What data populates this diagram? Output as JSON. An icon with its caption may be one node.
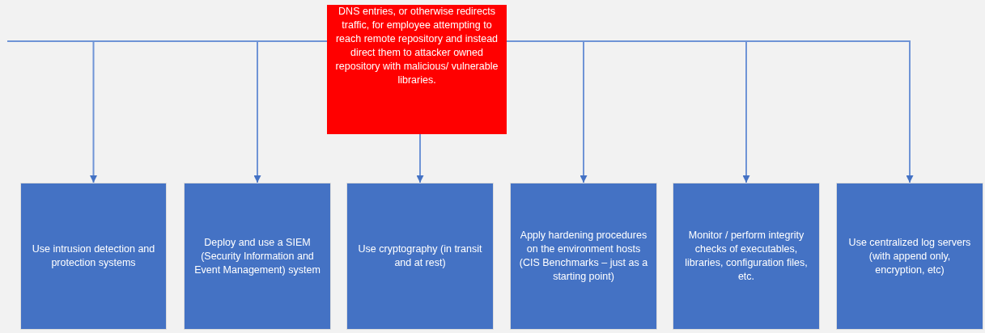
{
  "diagram": {
    "nodes": [
      {
        "text": [
          "DNS entries, or otherwise redirects traffic, for employee attempting to reach remote repository and instead direct them to attacker owned repository with malicious/ vulnerable libraries."
        ]
      },
      {
        "text": [
          "Use intrusion detection and protection systems"
        ]
      },
      {
        "text": [
          "Deploy and use a SIEM (Security Information and Event Management) system"
        ]
      },
      {
        "text": [
          "Use cryptography (in transit and at rest)"
        ]
      },
      {
        "text": [
          "Apply hardening procedures on the environment hosts (CIS Benchmarks – just as a starting point)"
        ]
      },
      {
        "text": [
          "Monitor / perform integrity checks of executables, libraries, configuration files, etc."
        ]
      },
      {
        "text": [
          "Use centralized log servers (with append only, encryption, etc)"
        ]
      }
    ],
    "edges": [
      {
        "from": 0,
        "to": null,
        "arrow": "none"
      },
      {
        "from": 0,
        "to": 1,
        "arrow": "to"
      },
      {
        "from": 0,
        "to": 2,
        "arrow": "to"
      },
      {
        "from": 0,
        "to": 3,
        "arrow": "to"
      },
      {
        "from": 0,
        "to": 4,
        "arrow": "to"
      },
      {
        "from": 0,
        "to": 5,
        "arrow": "to"
      },
      {
        "from": 0,
        "to": 6,
        "arrow": "to"
      }
    ]
  }
}
